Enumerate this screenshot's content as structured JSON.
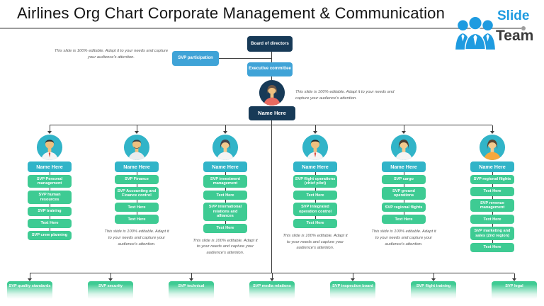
{
  "slide": {
    "title": "Airlines Org Chart  Corporate Management & Communication",
    "logo": {
      "slide": "Slide",
      "team": "Team"
    }
  },
  "notes": {
    "top_left": "This slide is 100% editable. Adapt it to your needs and capture your audience's attention.",
    "center_right": "This slide is 100% editable. Adapt it to your needs and capture your audience's attention.",
    "column_note": "This slide is 100% editable. Adapt it to your needs and capture your audience's attention."
  },
  "top": {
    "board": "Board of directors",
    "svp_participation": "SVP participation",
    "executive": "Executive committee",
    "ceo_name": "Name Here"
  },
  "columns": [
    {
      "name": "Name Here",
      "boxes": [
        "SVP Personal management",
        "SVP human resources",
        "SVP training",
        "Text Here",
        "SVP crew planning"
      ]
    },
    {
      "name": "Name Here",
      "boxes": [
        "SVP Finance",
        "SVP Accounting and Finance control",
        "Text Here",
        "Text Here"
      ]
    },
    {
      "name": "Name Here",
      "boxes": [
        "SVP investment management",
        "Text Here",
        "SVP international relations and alliances",
        "Text Here"
      ]
    },
    {
      "name": "Name Here",
      "boxes": [
        "SVP flight operations (chief pilot)",
        "Text Here",
        "SVP integrated operation control",
        "Text Here"
      ]
    },
    {
      "name": "Name Here",
      "boxes": [
        "SVP cargo",
        "SVP ground operations",
        "SVP regional flights",
        "Text Here"
      ]
    },
    {
      "name": "Name Here",
      "boxes": [
        "SVP regional flights",
        "Text Here",
        "SVP revenue management",
        "Text Here",
        "SVP marketing and sales (2nd region)",
        "Text Here"
      ]
    }
  ],
  "bottom_row": [
    "SVP quality standards",
    "SVP security",
    "SVP technical",
    "SVP media relations",
    "SVP inspection board",
    "SVP flight training",
    "SVP legal"
  ],
  "colors": {
    "navy": "#173a57",
    "teal": "#31b4c8",
    "light_blue": "#3fa3d7",
    "green": "#3ecb93",
    "logo_blue": "#1e9be0",
    "line": "#3f3f3f"
  }
}
